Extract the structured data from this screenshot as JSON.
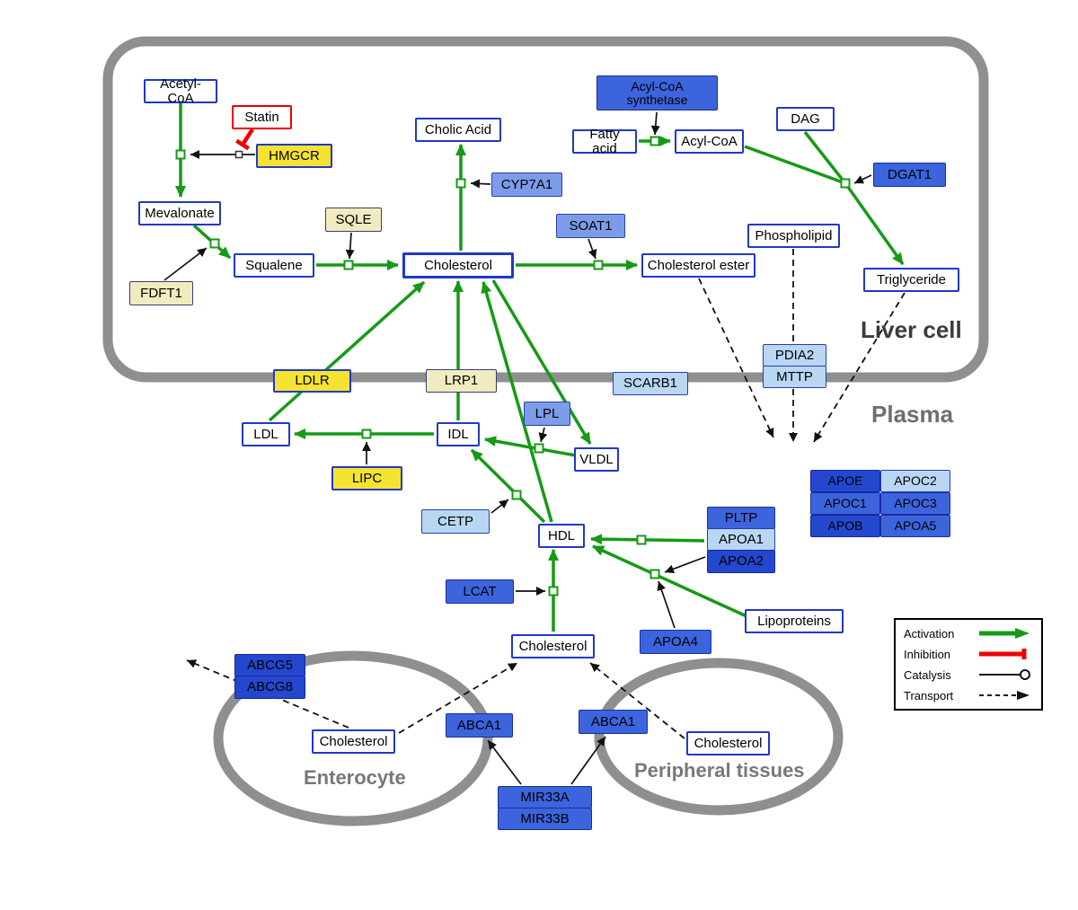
{
  "regions": {
    "liver_cell": "Liver cell",
    "plasma": "Plasma",
    "enterocyte": "Enterocyte",
    "peripheral_tissues": "Peripheral tissues"
  },
  "legend": {
    "activation": "Activation",
    "inhibition": "Inhibition",
    "catalysis": "Catalysis",
    "transport": "Transport"
  },
  "colors": {
    "activation_green": "#169a16",
    "inhibition_red": "#ee0000",
    "membrane_gray": "#8f8f8f",
    "metabolite_border_blue": "#2038c8",
    "gene_yellow": "#f6e331",
    "gene_pale_yellow": "#f0ecc0",
    "gene_blue": "#3c64dd",
    "gene_blue_light": "#b9d7f3",
    "gene_blue_mid": "#7d9ce8",
    "gene_blue_dark": "#2447cf"
  },
  "nodes": {
    "acetyl_coa": "Acetyl-CoA",
    "statin": "Statin",
    "hmgcr": "HMGCR",
    "mevalonate": "Mevalonate",
    "sqle": "SQLE",
    "fdft1": "FDFT1",
    "squalene": "Squalene",
    "cholesterol_liver": "Cholesterol",
    "cholic_acid": "Cholic Acid",
    "cyp7a1": "CYP7A1",
    "soat1": "SOAT1",
    "cholesterol_ester": "Cholesterol ester",
    "acyl_coa_synthetase": "Acyl-CoA synthetase",
    "fatty_acid": "Fatty acid",
    "acyl_coa": "Acyl-CoA",
    "dag": "DAG",
    "dgat1": "DGAT1",
    "phospholipid": "Phospholipid",
    "triglyceride": "Triglyceride",
    "pdia2": "PDIA2",
    "mttp": "MTTP",
    "ldlr": "LDLR",
    "lrp1": "LRP1",
    "scarb1": "SCARB1",
    "ldl": "LDL",
    "idl": "IDL",
    "lpl": "LPL",
    "vldl": "VLDL",
    "lipc": "LIPC",
    "cetp": "CETP",
    "hdl": "HDL",
    "pltp": "PLTP",
    "apoa1": "APOA1",
    "apoa2": "APOA2",
    "apoe": "APOE",
    "apoc2": "APOC2",
    "apoc1": "APOC1",
    "apoc3": "APOC3",
    "apob": "APOB",
    "apoa5": "APOA5",
    "lcat": "LCAT",
    "apoa4": "APOA4",
    "lipoproteins": "Lipoproteins",
    "cholesterol_plasma": "Cholesterol",
    "abcg5": "ABCG5",
    "abcg8": "ABCG8",
    "cholesterol_enterocyte": "Cholesterol",
    "abca1_left": "ABCA1",
    "abca1_right": "ABCA1",
    "cholesterol_peripheral": "Cholesterol",
    "mir33a": "MIR33A",
    "mir33b": "MIR33B"
  }
}
